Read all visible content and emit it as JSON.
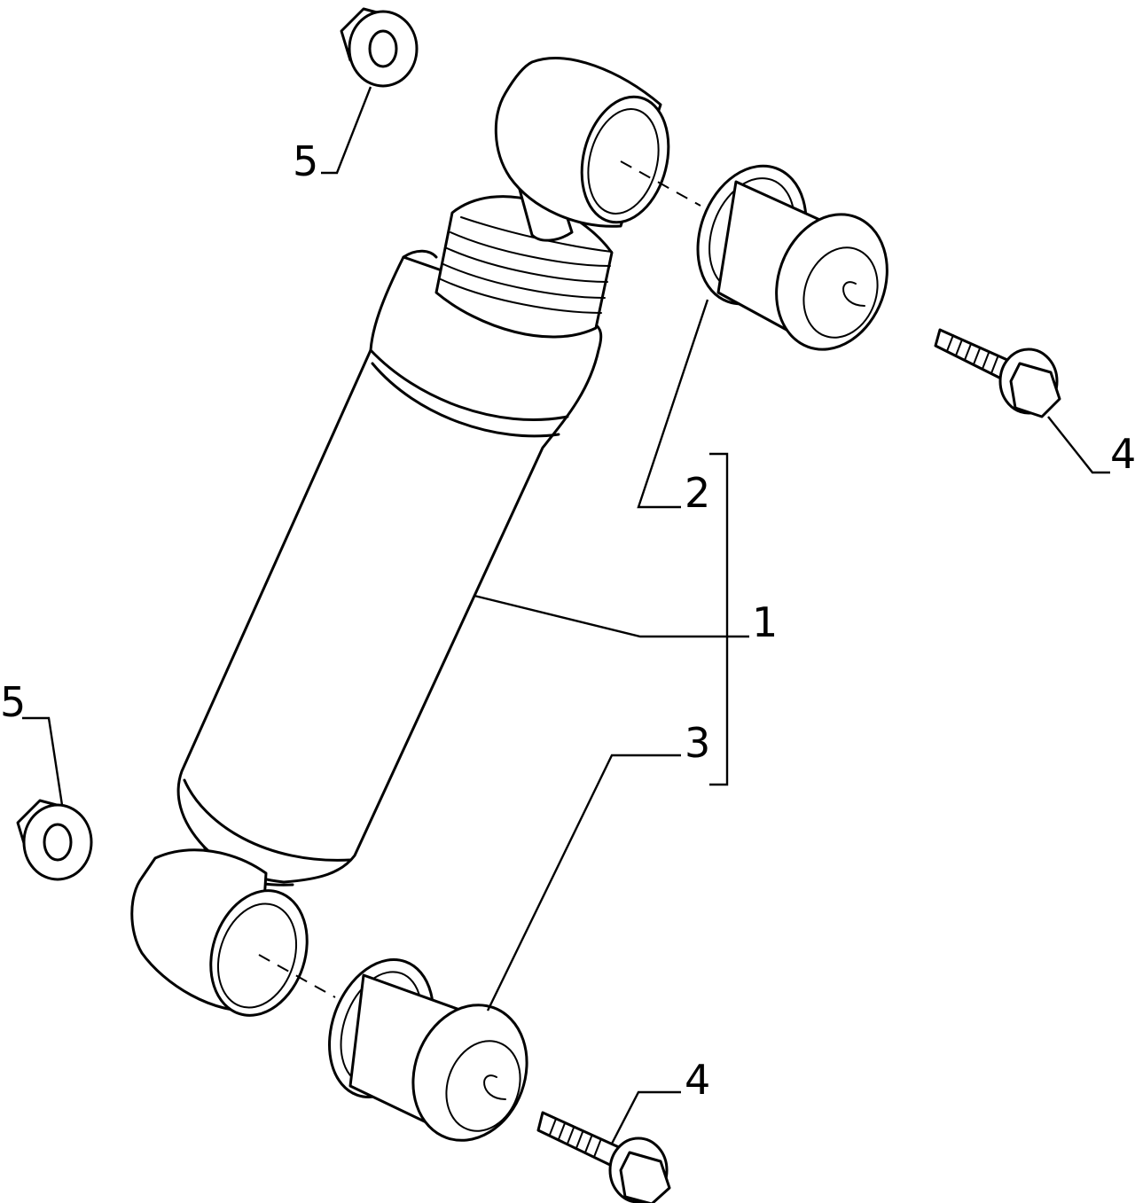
{
  "callouts": {
    "shock_absorber": "1",
    "upper_bushing": "2",
    "lower_bushing": "3",
    "upper_bolt": "4",
    "lower_bolt": "4",
    "upper_nut": "5",
    "lower_nut": "5"
  }
}
